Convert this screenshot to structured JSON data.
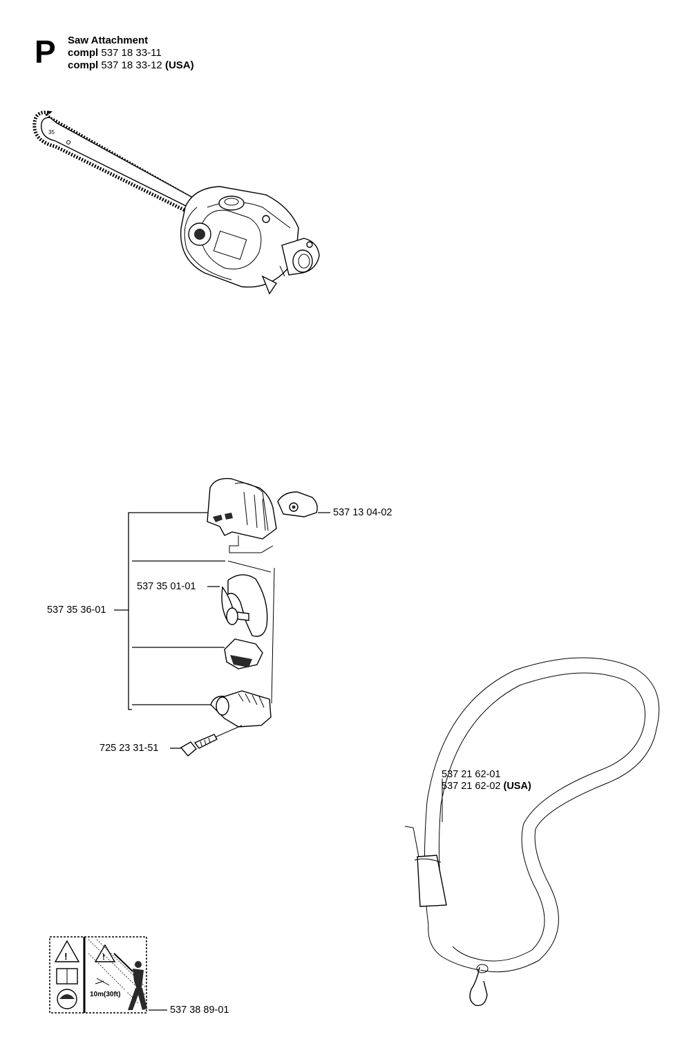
{
  "header": {
    "section_letter": "P",
    "title": "Saw Attachment",
    "lines": [
      {
        "prefix": "compl",
        "number": "537 18 33-11",
        "suffix": ""
      },
      {
        "prefix": "compl",
        "number": "537 18 33-12",
        "suffix": "(USA)"
      }
    ]
  },
  "parts": {
    "cover_nut": {
      "number": "537 13 04-02"
    },
    "handle_kit": {
      "number": "537 35 36-01"
    },
    "d_handle": {
      "number": "537 35 01-01"
    },
    "screw": {
      "number": "725 23 31-51"
    },
    "strap": {
      "number": "537 21 62-01",
      "number_usa": "537 21 62-02",
      "usa_suffix": "(USA)"
    },
    "decal": {
      "number": "537 38 89-01",
      "decal_text": "10m(30ft)"
    }
  },
  "icons": [
    "chainsaw-attachment-icon",
    "handle-housing-icon",
    "d-handle-icon",
    "clip-icon",
    "handle-lower-half-icon",
    "screw-icon",
    "nut-cover-icon",
    "shoulder-strap-icon",
    "warning-decal-icon"
  ]
}
